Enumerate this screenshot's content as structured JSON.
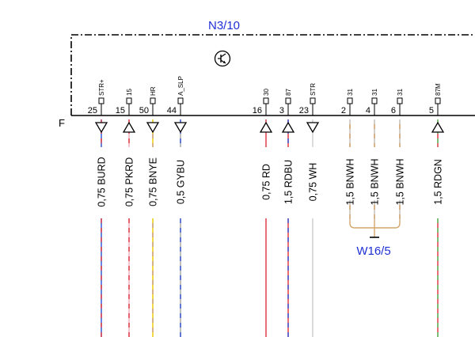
{
  "component": {
    "id": "N3/10",
    "frame_label": "F"
  },
  "ground": {
    "id": "W16/5"
  },
  "colors": {
    "BU": "#1f3fd0",
    "RD": "#d8202a",
    "PK": "#f2a0b4",
    "YE": "#f5d800",
    "GY": "#9a9a9a",
    "WH": "#c8c8c8",
    "BN": "#c08a48",
    "GN": "#3cc04a",
    "label_blue": "#1f2fd6"
  },
  "pins": [
    {
      "name": "STR+",
      "num": "25",
      "dir": "out",
      "wire": "0,75 BURD",
      "colors": [
        "BU",
        "RD"
      ]
    },
    {
      "name": "15",
      "num": "15",
      "dir": "in",
      "wire": "0,75 PKRD",
      "colors": [
        "PK",
        "RD"
      ]
    },
    {
      "name": "HR",
      "num": "50",
      "dir": "out",
      "wire": "0,75 BNYE",
      "colors": [
        "BN",
        "YE"
      ]
    },
    {
      "name": "A_SLP",
      "num": "44",
      "dir": "out",
      "wire": "0,5 GYBU",
      "colors": [
        "GY",
        "BU"
      ]
    },
    {
      "name": "30",
      "num": "16",
      "dir": "in",
      "wire": "0,75 RD",
      "colors": [
        "RD"
      ]
    },
    {
      "name": "87",
      "num": "3",
      "dir": "in",
      "wire": "1,5 RDBU",
      "colors": [
        "RD",
        "BU"
      ]
    },
    {
      "name": "STR",
      "num": "23",
      "dir": "out",
      "wire": "0,75 WH",
      "colors": [
        "WH"
      ]
    },
    {
      "name": "31",
      "num": "2",
      "dir": "none",
      "wire": "1,5 BNWH",
      "colors": [
        "BN",
        "WH"
      ]
    },
    {
      "name": "31",
      "num": "4",
      "dir": "none",
      "wire": "1,5 BNWH",
      "colors": [
        "BN",
        "WH"
      ]
    },
    {
      "name": "31",
      "num": "6",
      "dir": "none",
      "wire": "1,5 BNWH",
      "colors": [
        "BN",
        "WH"
      ]
    },
    {
      "name": "87M",
      "num": "5",
      "dir": "in",
      "wire": "1,5 RDGN",
      "colors": [
        "RD",
        "GN"
      ]
    }
  ]
}
